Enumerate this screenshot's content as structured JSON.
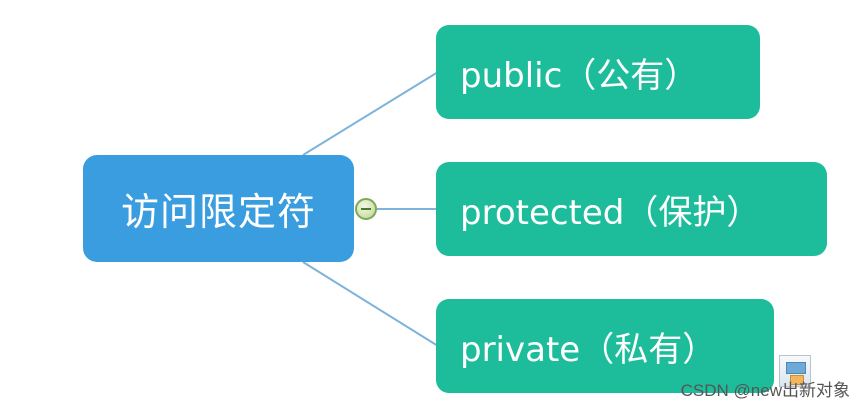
{
  "diagram": {
    "root": {
      "label": "访问限定符"
    },
    "children": [
      {
        "label": "public（公有）"
      },
      {
        "label": "protected（保护）"
      },
      {
        "label": "private（私有）"
      }
    ]
  },
  "colors": {
    "root_fill": "#3a9de0",
    "child_fill": "#1dbd9b",
    "connector": "#7fb3d9",
    "text": "#ffffff"
  },
  "icons": {
    "collapse_toggle": "minus-circle-icon",
    "corner": "image-icon"
  },
  "watermark": {
    "text": "CSDN @new出新对象"
  }
}
